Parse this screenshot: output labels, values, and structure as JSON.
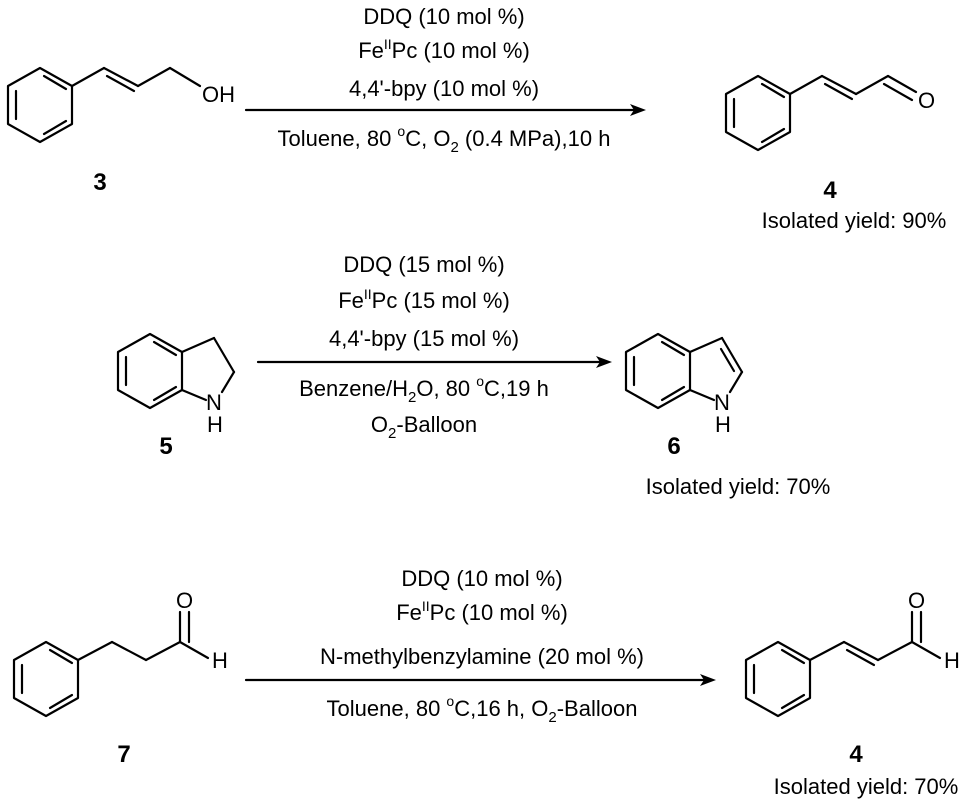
{
  "reactions": [
    {
      "reactant_label": "3",
      "reactant_atoms": [
        "OH"
      ],
      "conditions": [
        "DDQ (10 mol %)",
        "Fe",
        "II",
        "Pc (10 mol %)",
        "4,4'-bpy (10 mol %)",
        "Toluene, 80 ",
        "o",
        "C, O",
        "2",
        " (0.4 MPa),10 h"
      ],
      "product_label": "4",
      "product_atoms": [
        "O"
      ],
      "yield": "Isolated yield: 90%"
    },
    {
      "reactant_label": "5",
      "reactant_atoms": [
        "N",
        "H"
      ],
      "conditions": [
        "DDQ (15 mol %)",
        "Fe",
        "II",
        "Pc (15 mol %)",
        "4,4'-bpy (15 mol %)",
        "Benzene/H",
        "2",
        "O, 80 ",
        "o",
        "C,19 h",
        "O",
        "2",
        "-Balloon"
      ],
      "product_label": "6",
      "product_atoms": [
        "N",
        "H"
      ],
      "yield": "Isolated yield: 70%"
    },
    {
      "reactant_label": "7",
      "reactant_atoms": [
        "O",
        "H"
      ],
      "conditions": [
        "DDQ (10 mol %)",
        "Fe",
        "II",
        "Pc (10 mol %)",
        "N-methylbenzylamine (20 mol %)",
        "Toluene, 80 ",
        "o",
        "C,16 h, O",
        "2",
        "-Balloon"
      ],
      "product_label": "4",
      "product_atoms": [
        "O",
        "H"
      ],
      "yield": "Isolated yield: 70%"
    }
  ]
}
